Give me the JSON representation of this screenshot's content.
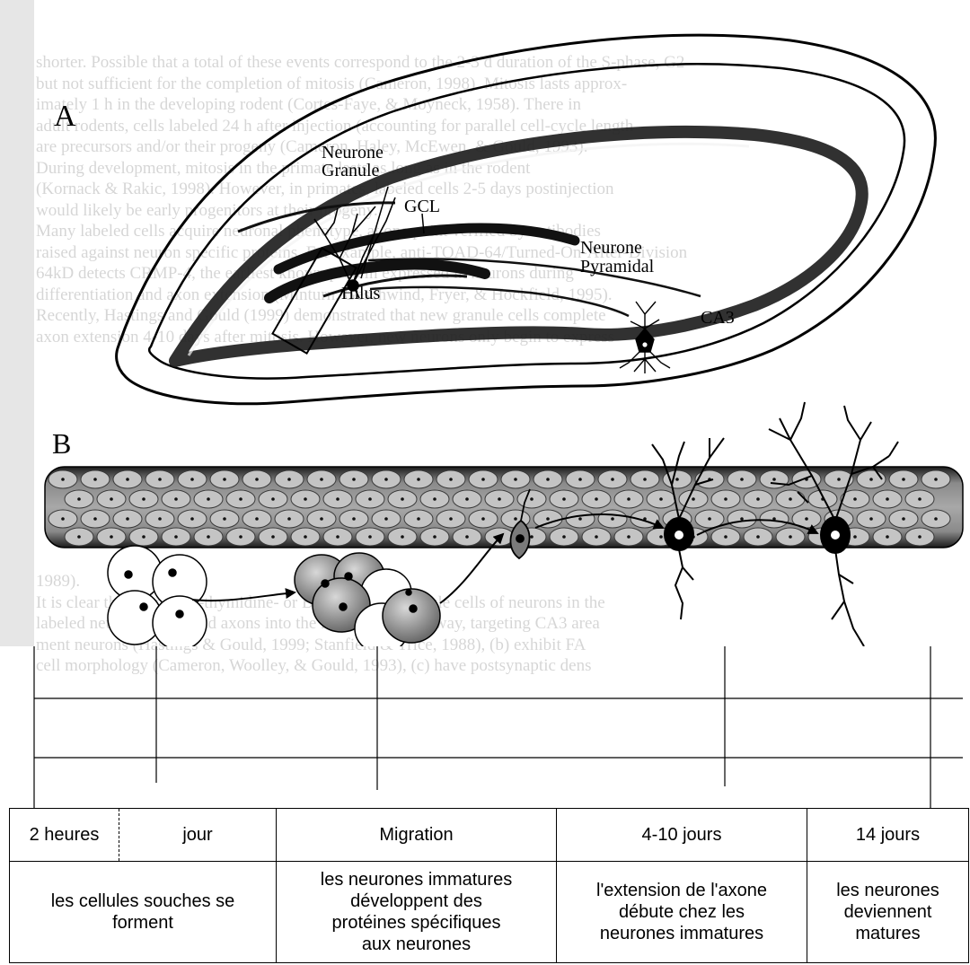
{
  "figure": {
    "panel_a": "A",
    "panel_b": "B",
    "labels": {
      "neurone_granule_1": "Neurone",
      "neurone_granule_2": "Granule",
      "gcl": "GCL",
      "neurone_pyramidal_1": "Neurone",
      "neurone_pyramidal_2": "Pyramidal",
      "hilus": "Hilus",
      "ca3": "CA3"
    },
    "background_text_top": [
      "shorter. Possible that a total of these events correspond to the 2-3 d duration of the S-phase, G2",
      "but not sufficient for the completion of mitosis (Cameron, 1998). Mitosis lasts approx-",
      "imately 1 h in the developing rodent (Cortes-Faye, & Moyneck, 1958). There in",
      "adult rodents, cells labeled 24 h after injection (accounting for parallel cell-cycle length",
      "are precursors and/or their progeny (Cameron, Haley, McEwen, & Gould, 1993).",
      "During development, mitosis in the primate lasts as long as in the rodent",
      "(Kornack & Rakic, 1998). However, in primates, labeled cells 2-5 days postinjection",
      "would likely be early progenitors at their progeny.",
      "   Many labeled cells acquire neuronal phenotype, at one point verified by antibodies",
      "raised against neuron specific proteins. For example, anti-TOAD-64/Turned-On-After-Division",
      "64kD detects CRMP-4, the earliest known protein expressed in neurons during",
      "differentiation and axon extension (Minturn, Geschwind, Fryer, & Hockfield, 1995).",
      "Recently, Hastings and Gould (1999) demonstrated that new granule cells complete",
      "axon extension 4-10 days after mitosis. However, new neurons only begin to express"
    ],
    "background_text_bottom": [
      "1989).",
      "   It is clear that many 1-3-thymidine- or BrdU-labeled granule cells of neurons in the",
      "labeled neurons (a) extend axons into the mossy fiber pathway, targeting CA3 area",
      "ment neurons (Hastings & Gould, 1999; Stanfield & Trice, 1988), (b) exhibit FA",
      "cell morphology (Cameron, Woolley, & Gould, 1993), (c) have postsynaptic dens"
    ]
  },
  "table": {
    "headers": [
      "2 heures",
      "jour",
      "Migration",
      "4-10 jours",
      "14 jours"
    ],
    "descriptions": [
      [
        "les cellules souches se",
        "forment"
      ],
      [
        "les neurones immatures",
        "développent des",
        "protéines spécifiques",
        "aux neurones"
      ],
      [
        "l'extension de l'axone",
        "débute chez les",
        "neurones immatures"
      ],
      [
        "les neurones",
        "deviennent",
        "matures"
      ]
    ]
  }
}
